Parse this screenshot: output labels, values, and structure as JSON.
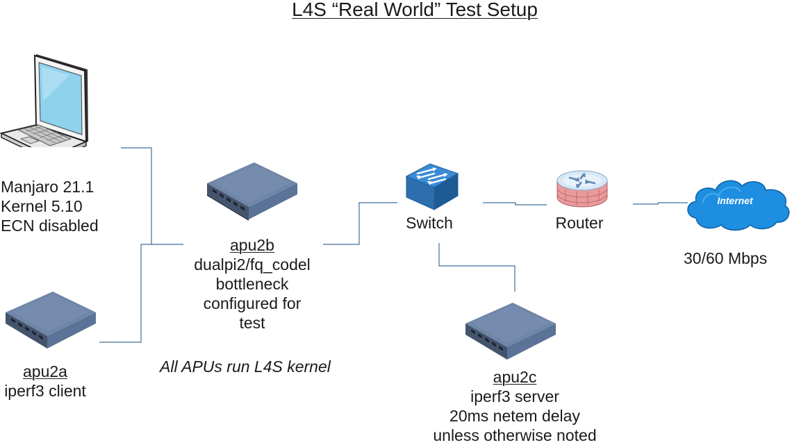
{
  "title": "L4S “Real World” Test Setup",
  "colors": {
    "wire": "#3d6e9b",
    "apu_top": "#6e84a4",
    "apu_front": "#3e4e66",
    "switch": "#2f79c4",
    "cloud": "#1f8fe0",
    "router_top": "#cfe2f3",
    "router_wall": "#d9787a"
  },
  "nodes": {
    "laptop": {
      "icon": "laptop-icon",
      "line1": "Manjaro 21.1",
      "line2": "Kernel 5.10",
      "line3": "ECN disabled"
    },
    "apu2a": {
      "icon": "apu-box-icon",
      "name": "apu2a",
      "line1": "iperf3 client"
    },
    "apu2b": {
      "icon": "apu-box-icon",
      "name": "apu2b",
      "line1": "dualpi2/fq_codel",
      "line2": "bottleneck",
      "line3": "configured for",
      "line4": "test"
    },
    "switch": {
      "icon": "switch-icon",
      "name": "Switch"
    },
    "router": {
      "icon": "router-icon",
      "name": "Router"
    },
    "internet": {
      "icon": "cloud-icon",
      "cloud_text": "Internet",
      "speed": "30/60 Mbps"
    },
    "apu2c": {
      "icon": "apu-box-icon",
      "name": "apu2c",
      "line1": "iperf3 server",
      "line2": "20ms netem delay",
      "line3": "unless otherwise noted"
    }
  },
  "note": "All APUs run L4S kernel"
}
